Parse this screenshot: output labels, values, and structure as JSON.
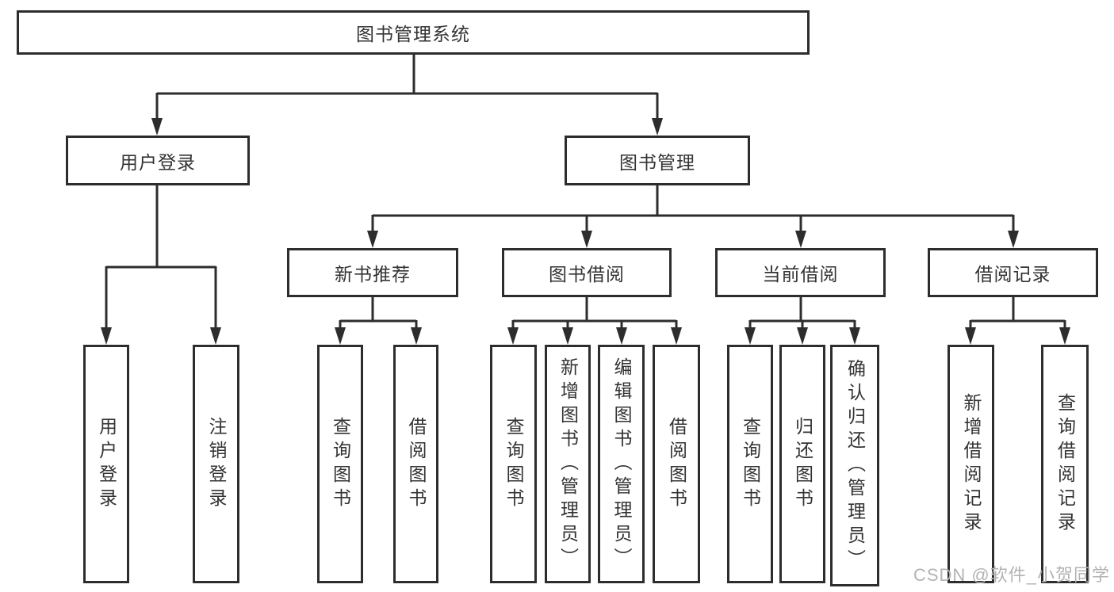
{
  "colors": {
    "line": "#2d2d2d",
    "box_border": "#2d2d2d",
    "text": "#333333",
    "watermark": "#b3b3b3",
    "background": "#ffffff"
  },
  "watermark": {
    "text": "CSDN @软件_小贺同学"
  },
  "tree": {
    "root": {
      "label": "图书管理系统"
    },
    "children": [
      {
        "label": "用户登录",
        "children": [
          {
            "label": "用户登录"
          },
          {
            "label": "注销登录"
          }
        ]
      },
      {
        "label": "图书管理",
        "children": [
          {
            "label": "新书推荐",
            "children": [
              {
                "label": "查询图书"
              },
              {
                "label": "借阅图书"
              }
            ]
          },
          {
            "label": "图书借阅",
            "children": [
              {
                "label": "查询图书"
              },
              {
                "label": "新增图书（管理员）"
              },
              {
                "label": "编辑图书（管理员）"
              },
              {
                "label": "借阅图书"
              }
            ]
          },
          {
            "label": "当前借阅",
            "children": [
              {
                "label": "查询图书"
              },
              {
                "label": "归还图书"
              },
              {
                "label": "确认归还（管理员）"
              }
            ]
          },
          {
            "label": "借阅记录",
            "children": [
              {
                "label": "新增借阅记录"
              },
              {
                "label": "查询借阅记录"
              }
            ]
          }
        ]
      }
    ]
  }
}
